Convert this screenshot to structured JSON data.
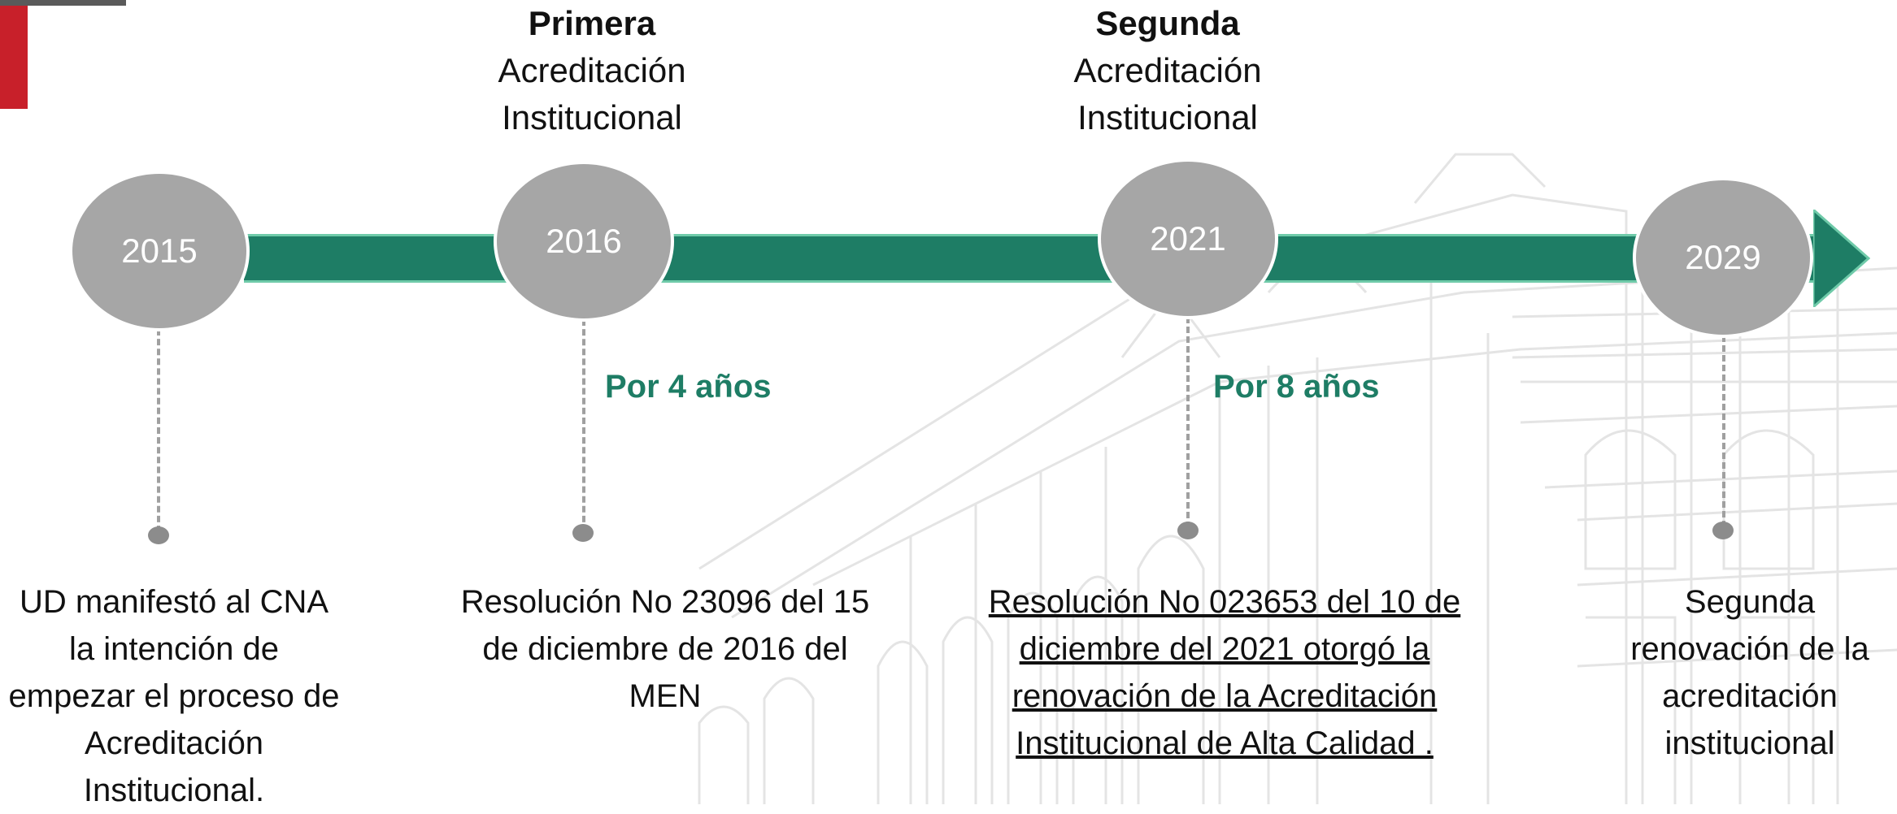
{
  "timeline": {
    "colors": {
      "bar": "#1e7d65",
      "bar_edge": "#6fcaa9",
      "node": "#a6a6a6",
      "duration_text": "#1e7d65",
      "brand_red": "#c8202a"
    },
    "milestones": [
      {
        "year": "2015",
        "description": "UD manifestó al CNA la intención de empezar el proceso de Acreditación Institucional."
      },
      {
        "year": "2016",
        "heading_bold": "Primera",
        "heading_rest": "Acreditación Institucional",
        "duration": "Por 4 años",
        "description": "Resolución No 23096 del 15 de diciembre de 2016 del MEN"
      },
      {
        "year": "2021",
        "heading_bold": "Segunda",
        "heading_rest": "Acreditación Institucional",
        "duration": "Por 8 años",
        "description": "Resolución No 023653 del 10 de diciembre del 2021 otorgó la renovación de la Acreditación Institucional de Alta Calidad ."
      },
      {
        "year": "2029",
        "description": "Segunda renovación de la acreditación institucional"
      }
    ]
  }
}
